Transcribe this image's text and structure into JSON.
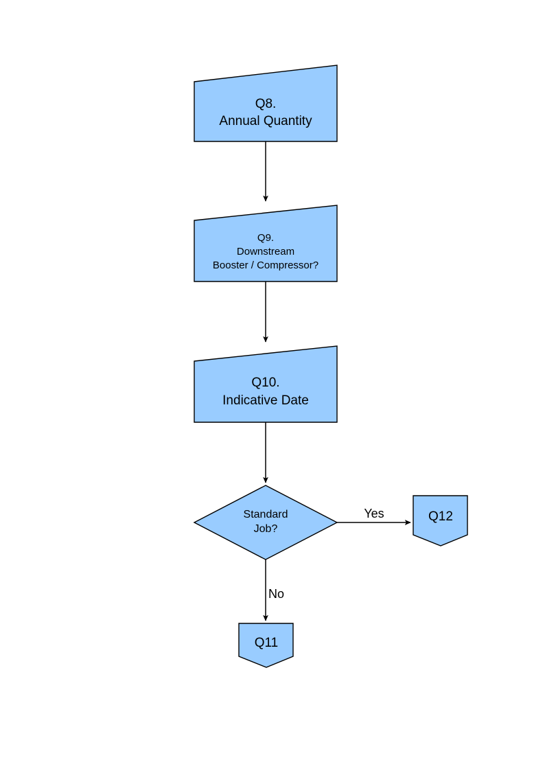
{
  "diagram": {
    "type": "flowchart",
    "title": "",
    "background_color": "#ffffff",
    "node_fill_color": "#99ccff",
    "node_stroke_color": "#000000",
    "nodes": [
      {
        "id": "q8",
        "shape": "slanted-top-rectangle",
        "lines": [
          "Q8.",
          "Annual Quantity"
        ],
        "line1": "Q8.",
        "line2": "Annual Quantity",
        "line3": ""
      },
      {
        "id": "q9",
        "shape": "slanted-top-rectangle",
        "lines": [
          "Q9.",
          "Downstream",
          "Booster / Compressor?"
        ],
        "line1": "Q9.",
        "line2": "Downstream",
        "line3": "Booster / Compressor?"
      },
      {
        "id": "q10",
        "shape": "slanted-top-rectangle",
        "lines": [
          "Q10.",
          "Indicative Date"
        ],
        "line1": "Q10.",
        "line2": "Indicative Date",
        "line3": ""
      },
      {
        "id": "decision",
        "shape": "diamond",
        "lines": [
          "Standard",
          "Job?"
        ],
        "line1": "Standard",
        "line2": "Job?",
        "line3": ""
      },
      {
        "id": "q12",
        "shape": "pentagon-down-notch",
        "lines": [
          "Q12"
        ],
        "line1": "Q12",
        "line2": "",
        "line3": ""
      },
      {
        "id": "q11",
        "shape": "pentagon-down-notch",
        "lines": [
          "Q11"
        ],
        "line1": "Q11",
        "line2": "",
        "line3": ""
      }
    ],
    "edges": [
      {
        "id": "e1",
        "from": "q8",
        "to": "q9",
        "label": ""
      },
      {
        "id": "e2",
        "from": "q9",
        "to": "q10",
        "label": ""
      },
      {
        "id": "e3",
        "from": "q10",
        "to": "decision",
        "label": ""
      },
      {
        "id": "e4",
        "from": "decision",
        "to": "q12",
        "label": "Yes"
      },
      {
        "id": "e5",
        "from": "decision",
        "to": "q11",
        "label": "No"
      }
    ]
  }
}
